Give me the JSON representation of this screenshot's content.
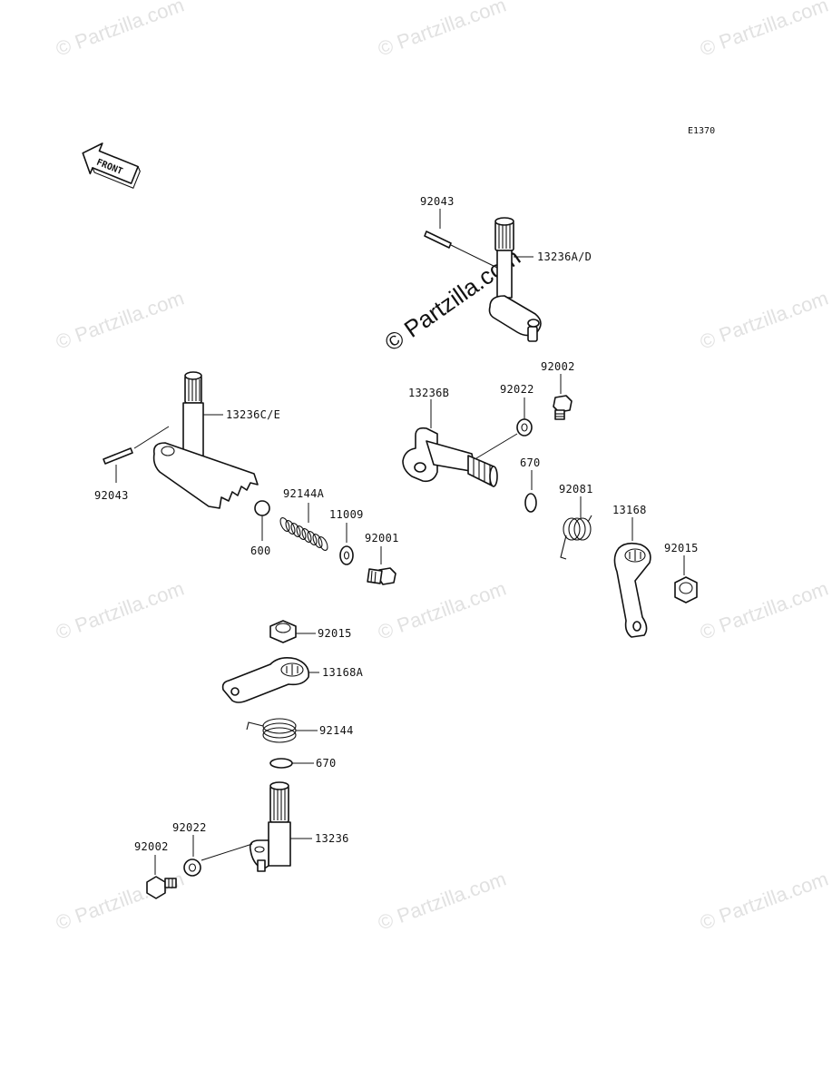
{
  "diagram_code": "E1370",
  "front_label": "FRONT",
  "watermark_text": "© Partzilla.com",
  "parts": {
    "p92043_top": "92043",
    "p13236AD": "13236A/D",
    "p92002_right": "92002",
    "p13236B": "13236B",
    "p92022_right": "92022",
    "p670_right": "670",
    "p92081": "92081",
    "p13168": "13168",
    "p92015_right": "92015",
    "p13236CE": "13236C/E",
    "p92043_left": "92043",
    "p92144A": "92144A",
    "p11009": "11009",
    "p92001": "92001",
    "p600": "600",
    "p92015_left": "92015",
    "p13168A": "13168A",
    "p92144": "92144",
    "p670_left": "670",
    "p13236": "13236",
    "p92022_left": "92022",
    "p92002_left": "92002"
  },
  "colors": {
    "line": "#111111",
    "watermark": "#c9c9c9",
    "background": "#ffffff"
  }
}
